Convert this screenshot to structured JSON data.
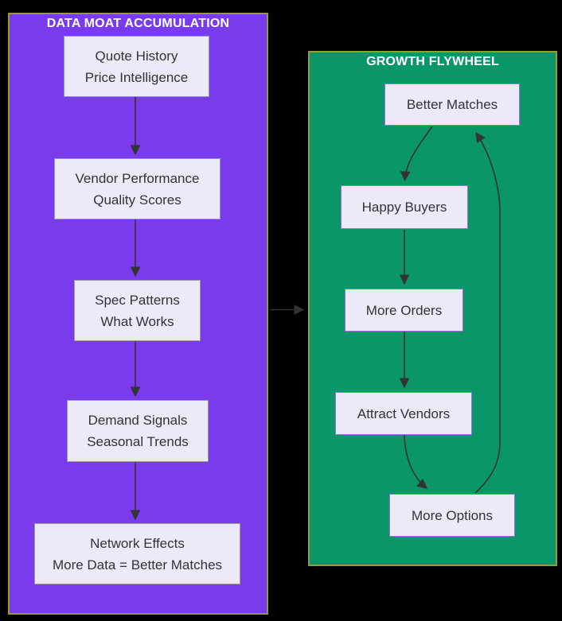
{
  "diagram": {
    "type": "flowchart",
    "background": "#000000"
  },
  "colors": {
    "purple": "#7a3bed",
    "green": "#0a9669",
    "panel-border": "#9a9a33",
    "box-fill": "#ece9f9",
    "right-box-border": "#9370db",
    "arrow": "#333333"
  },
  "left_panel": {
    "title": "DATA MOAT ACCUMULATION",
    "boxes": [
      {
        "lines": [
          "Quote History",
          "Price Intelligence"
        ]
      },
      {
        "lines": [
          "Vendor Performance",
          "Quality Scores"
        ]
      },
      {
        "lines": [
          "Spec Patterns",
          "What Works"
        ]
      },
      {
        "lines": [
          "Demand Signals",
          "Seasonal Trends"
        ]
      },
      {
        "lines": [
          "Network Effects",
          "More Data = Better Matches"
        ]
      }
    ]
  },
  "right_panel": {
    "title": "GROWTH FLYWHEEL",
    "boxes": [
      {
        "label": "Better Matches"
      },
      {
        "label": "Happy Buyers"
      },
      {
        "label": "More Orders"
      },
      {
        "label": "Attract Vendors"
      },
      {
        "label": "More Options"
      }
    ]
  },
  "edges": [
    {
      "from": "quote-history-price-intelligence",
      "to": "vendor-performance-quality-scores"
    },
    {
      "from": "vendor-performance-quality-scores",
      "to": "spec-patterns-what-works"
    },
    {
      "from": "spec-patterns-what-works",
      "to": "demand-signals-seasonal-trends"
    },
    {
      "from": "demand-signals-seasonal-trends",
      "to": "network-effects"
    },
    {
      "from": "data-moat-accumulation",
      "to": "growth-flywheel"
    },
    {
      "from": "better-matches",
      "to": "happy-buyers"
    },
    {
      "from": "happy-buyers",
      "to": "more-orders"
    },
    {
      "from": "more-orders",
      "to": "attract-vendors"
    },
    {
      "from": "attract-vendors",
      "to": "more-options"
    },
    {
      "from": "more-options",
      "to": "better-matches"
    }
  ]
}
